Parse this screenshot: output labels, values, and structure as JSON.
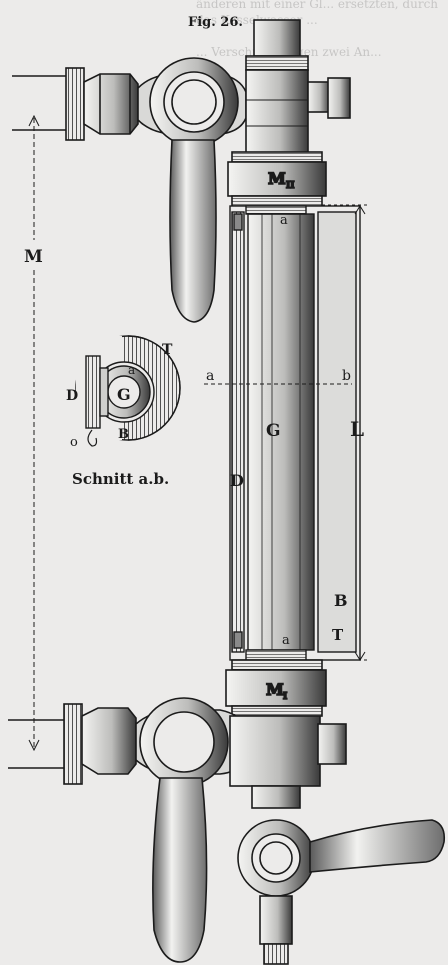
{
  "figure": {
    "caption": "Fig. 26.",
    "bleed_top": "änderen mit einer Gl... ersetzten, durch",
    "bleed_top_2": "das Kesselwasser ...",
    "bleed_top_3": "... Verschraubungen zwei An..."
  },
  "labels": {
    "M_upper": "M",
    "M_upper_sub": "II",
    "M_lower": "M",
    "M_lower_sub": "I",
    "M_dim": "M",
    "L_dim": "L",
    "a_top": "a",
    "a_bottom": "a",
    "a_section": "a",
    "b_section": "b",
    "G_glass": "G",
    "D_tube": "D",
    "B_tube": "B",
    "T_tube": "T",
    "section_T": "T",
    "section_D": "D",
    "section_G": "G",
    "section_a": "a",
    "section_B": "B",
    "section_o": "o",
    "section_title": "Schnitt a.b."
  },
  "colors": {
    "paper": "#ecebea",
    "ink": "#1b1b1b",
    "shade": "#6e6e6e",
    "glass": "#d8d8d6"
  }
}
